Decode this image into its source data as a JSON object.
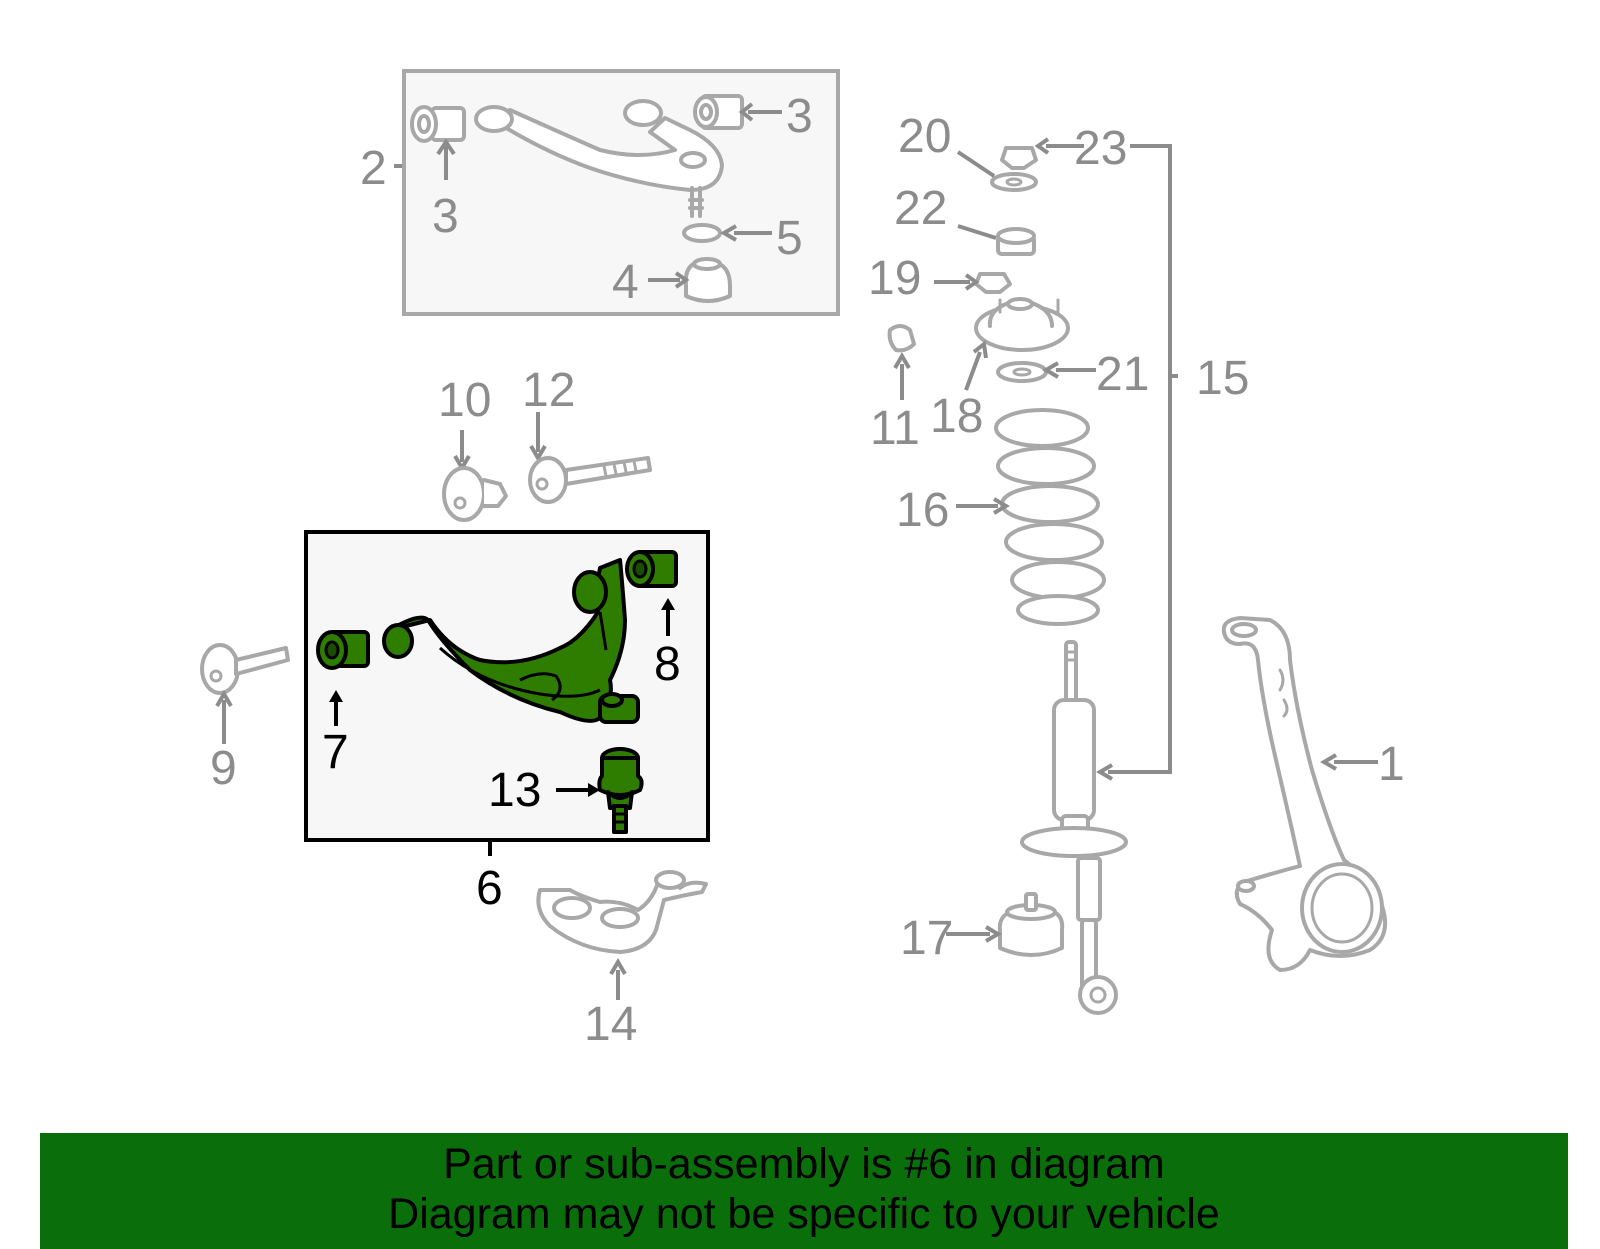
{
  "labels": {
    "n1": "1",
    "n2": "2",
    "n3a": "3",
    "n3b": "3",
    "n4": "4",
    "n5": "5",
    "n6": "6",
    "n7": "7",
    "n8": "8",
    "n9": "9",
    "n10": "10",
    "n11": "11",
    "n12": "12",
    "n13": "13",
    "n14": "14",
    "n15": "15",
    "n16": "16",
    "n17": "17",
    "n18": "18",
    "n19": "19",
    "n20": "20",
    "n21": "21",
    "n22": "22",
    "n23": "23"
  },
  "highlight": {
    "part_number": "6",
    "color": "#2e7d00"
  },
  "footer": {
    "line1": "Part or sub-assembly is #6 in diagram",
    "line2": "Diagram may not be specific to your vehicle",
    "background": "#0a6e0a"
  },
  "colors": {
    "part_outline": "#a8a8a8",
    "label_gray": "#8c8c8c",
    "box_fill": "#f7f7f7"
  }
}
